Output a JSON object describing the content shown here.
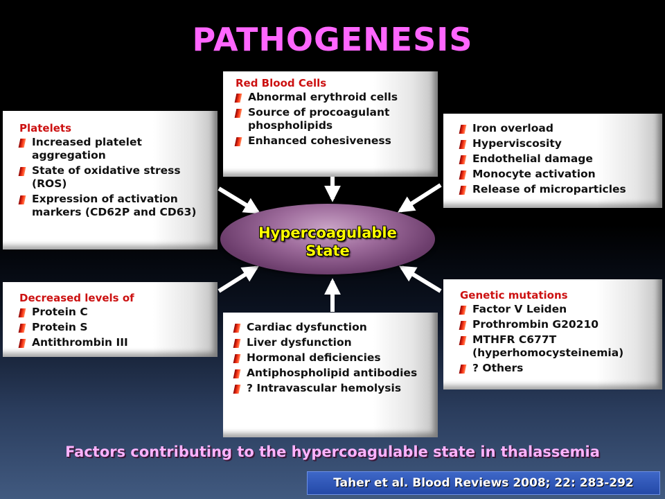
{
  "title": "PATHOGENESIS",
  "center": {
    "line1": "Hypercoagulable",
    "line2": "State"
  },
  "boxes": {
    "rbc": {
      "head": "Red Blood Cells",
      "items": [
        "Abnormal erythroid cells",
        "Source of procoagulant phospholipids",
        "Enhanced cohesiveness"
      ]
    },
    "platelets": {
      "head": "Platelets",
      "items": [
        "Increased platelet aggregation",
        "State of oxidative stress (ROS)",
        "Expression of activation markers (CD62P and CD63)"
      ]
    },
    "iron": {
      "head": "",
      "items": [
        "Iron overload",
        "Hyperviscosity",
        "Endothelial damage",
        "Monocyte activation",
        "Release of microparticles"
      ]
    },
    "decreased": {
      "head": "Decreased levels of",
      "items": [
        "Protein C",
        "Protein S",
        "Antithrombin III"
      ]
    },
    "organ": {
      "head": "",
      "items": [
        "Cardiac dysfunction",
        "Liver dysfunction",
        "Hormonal deficiencies",
        "Antiphospholipid antibodies",
        "? Intravascular hemolysis"
      ]
    },
    "genetic": {
      "head": "Genetic mutations",
      "items": [
        "Factor V Leiden",
        "Prothrombin G20210",
        "MTHFR C677T (hyperhomocysteinemia)",
        "? Others"
      ]
    }
  },
  "caption": "Factors contributing to the hypercoagulable state in thalassemia",
  "citation": "Taher et al. Blood Reviews 2008; 22: 283-292",
  "colors": {
    "title": "#ff66ff",
    "head": "#cc1111",
    "center_text": "#ffff00",
    "caption": "#ffb3ff",
    "citation_bg": "#2449a8"
  }
}
